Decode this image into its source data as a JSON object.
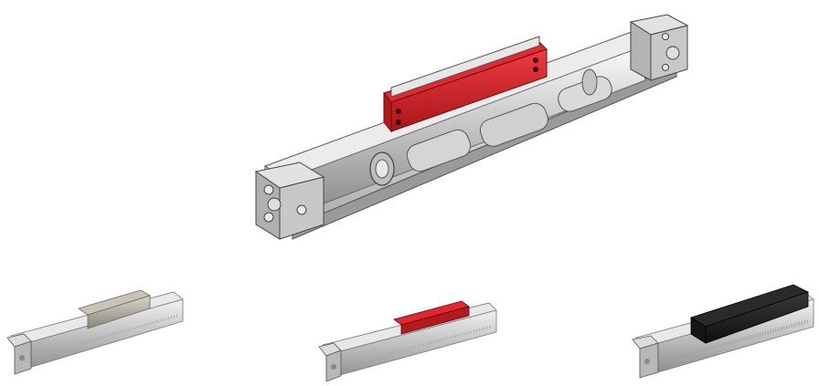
{
  "scene": {
    "background": "#ffffff",
    "products": [
      {
        "id": "cutaway",
        "carriage_color": "#d21f26",
        "icon": "rodless-cylinder-cutaway"
      },
      {
        "id": "variant-steel",
        "carriage_color": "#b9b6ae",
        "icon": "rodless-cylinder-steel-carriage"
      },
      {
        "id": "variant-red",
        "carriage_color": "#d21f26",
        "icon": "rodless-cylinder-red-carriage"
      },
      {
        "id": "variant-black",
        "carriage_color": "#1e1e1e",
        "icon": "rodless-cylinder-black-carriage"
      }
    ]
  }
}
